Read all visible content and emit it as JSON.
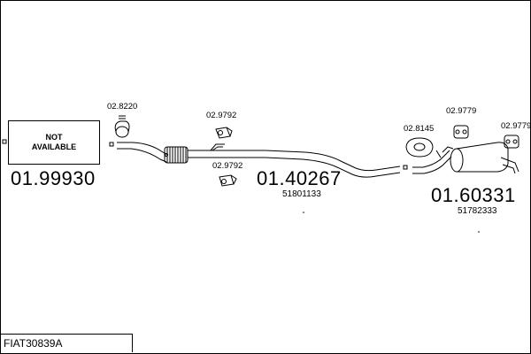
{
  "diagram": {
    "not_available_box": {
      "label": "NOT AVAILABLE"
    },
    "front_part_number": "01.99930",
    "middle_part_number": "01.40267",
    "middle_oem_number": "51801133",
    "rear_part_number": "01.60331",
    "rear_oem_number": "51782333",
    "accessories": {
      "clamp_front": "02.8220",
      "rubber_mount_top": "02.9792",
      "rubber_mount_bottom": "02.9792",
      "gasket_rear": "02.8145",
      "hanger_rear_1": "02.9779",
      "hanger_rear_2": "02.9779"
    },
    "footer_code": "FIAT30839A"
  }
}
